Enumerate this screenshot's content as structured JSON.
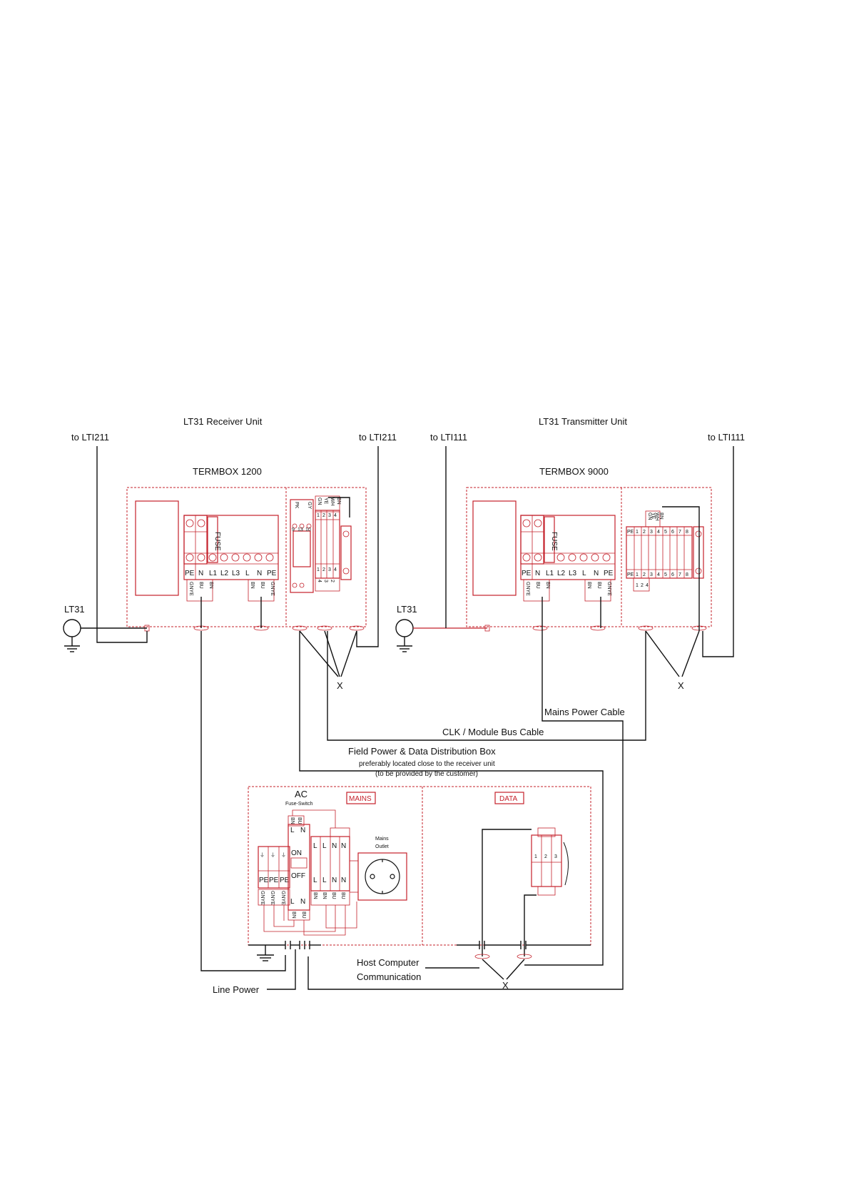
{
  "receiver": {
    "unit_title": "LT31 Receiver Unit",
    "to_left": "to LTI211",
    "to_right": "to LTI211",
    "termbox": "TERMBOX 1200",
    "ground_label": "LT31",
    "fuse_label": "FUSE",
    "terminals": [
      "PE",
      "N",
      "L1",
      "L2",
      "L3",
      "L",
      "N",
      "PE"
    ],
    "wire_codes": [
      "GNYE",
      "BU",
      "BN",
      "BN",
      "BU",
      "GNYE"
    ],
    "module_top": [
      "PK",
      "GY",
      "GN",
      "YE",
      "WH",
      "BN"
    ],
    "module_nums": [
      "9",
      "13",
      "10"
    ],
    "strip_nums": [
      "1",
      "2",
      "3",
      "4"
    ],
    "strip_bottom": [
      "4",
      "3",
      "2",
      "1"
    ],
    "x_label": "X"
  },
  "transmitter": {
    "unit_title": "LT31 Transmitter Unit",
    "to_left": "to LTI111",
    "to_right": "to LTI111",
    "termbox": "TERMBOX 9000",
    "ground_label": "LT31",
    "fuse_label": "FUSE",
    "terminals": [
      "PE",
      "N",
      "L1",
      "L2",
      "L3",
      "L",
      "N",
      "PE"
    ],
    "wire_codes": [
      "GNYE",
      "BU",
      "BN",
      "BN",
      "BU",
      "GNYE"
    ],
    "strip_top": [
      "GN",
      "YE",
      "WH",
      "BN"
    ],
    "strip_nums": [
      "1",
      "2",
      "3",
      "4",
      "5",
      "6",
      "7",
      "8"
    ],
    "pe_label": "PE",
    "x_label": "X"
  },
  "cables": {
    "mains": "Mains Power Cable",
    "clk": "CLK / Module Bus Cable"
  },
  "distribution": {
    "title": "Field Power & Data Distribution Box",
    "subtitle1": "preferably located close to the receiver unit",
    "subtitle2": "(to be provided by the customer)",
    "ac": "AC",
    "fuse_switch": "Fuse-Switch",
    "mains_tag": "MAINS",
    "data_tag": "DATA",
    "mains_outlet1": "Mains",
    "mains_outlet2": "Outlet",
    "on": "ON",
    "off": "OFF",
    "L": "L",
    "N": "N",
    "pe": "PE",
    "data_nums": [
      "1",
      "2",
      "3"
    ],
    "bn": "BN",
    "bu": "BU",
    "gnye": "GNYE"
  },
  "bottom": {
    "host1": "Host Computer",
    "host2": "Communication",
    "line_power": "Line Power",
    "x_label": "X"
  }
}
